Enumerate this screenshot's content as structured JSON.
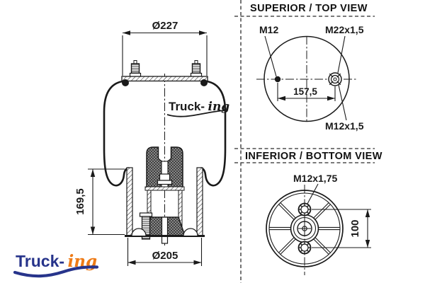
{
  "colors": {
    "ink": "#1a1a1a",
    "logo_blue": "#27348b",
    "logo_orange": "#ee7b17",
    "background": "#ffffff"
  },
  "side_view": {
    "dim_top_diameter": "Ø227",
    "dim_height": "169,5",
    "dim_bottom_diameter": "Ø205",
    "watermark": {
      "part1": "Truck-",
      "part2": "ing"
    }
  },
  "top_view": {
    "header": "SUPERIOR / TOP VIEW",
    "label_stud": "M12",
    "label_air_port": "M22x1,5",
    "label_lower_stud": "M12x1,5",
    "dim_stud_spacing": "157,5"
  },
  "bottom_view": {
    "header": "INFERIOR / BOTTOM VIEW",
    "label_bolt": "M12x1,75",
    "dim_bolt_spacing": "100"
  },
  "logo": {
    "part1": "Truck-",
    "part2": "ing"
  }
}
